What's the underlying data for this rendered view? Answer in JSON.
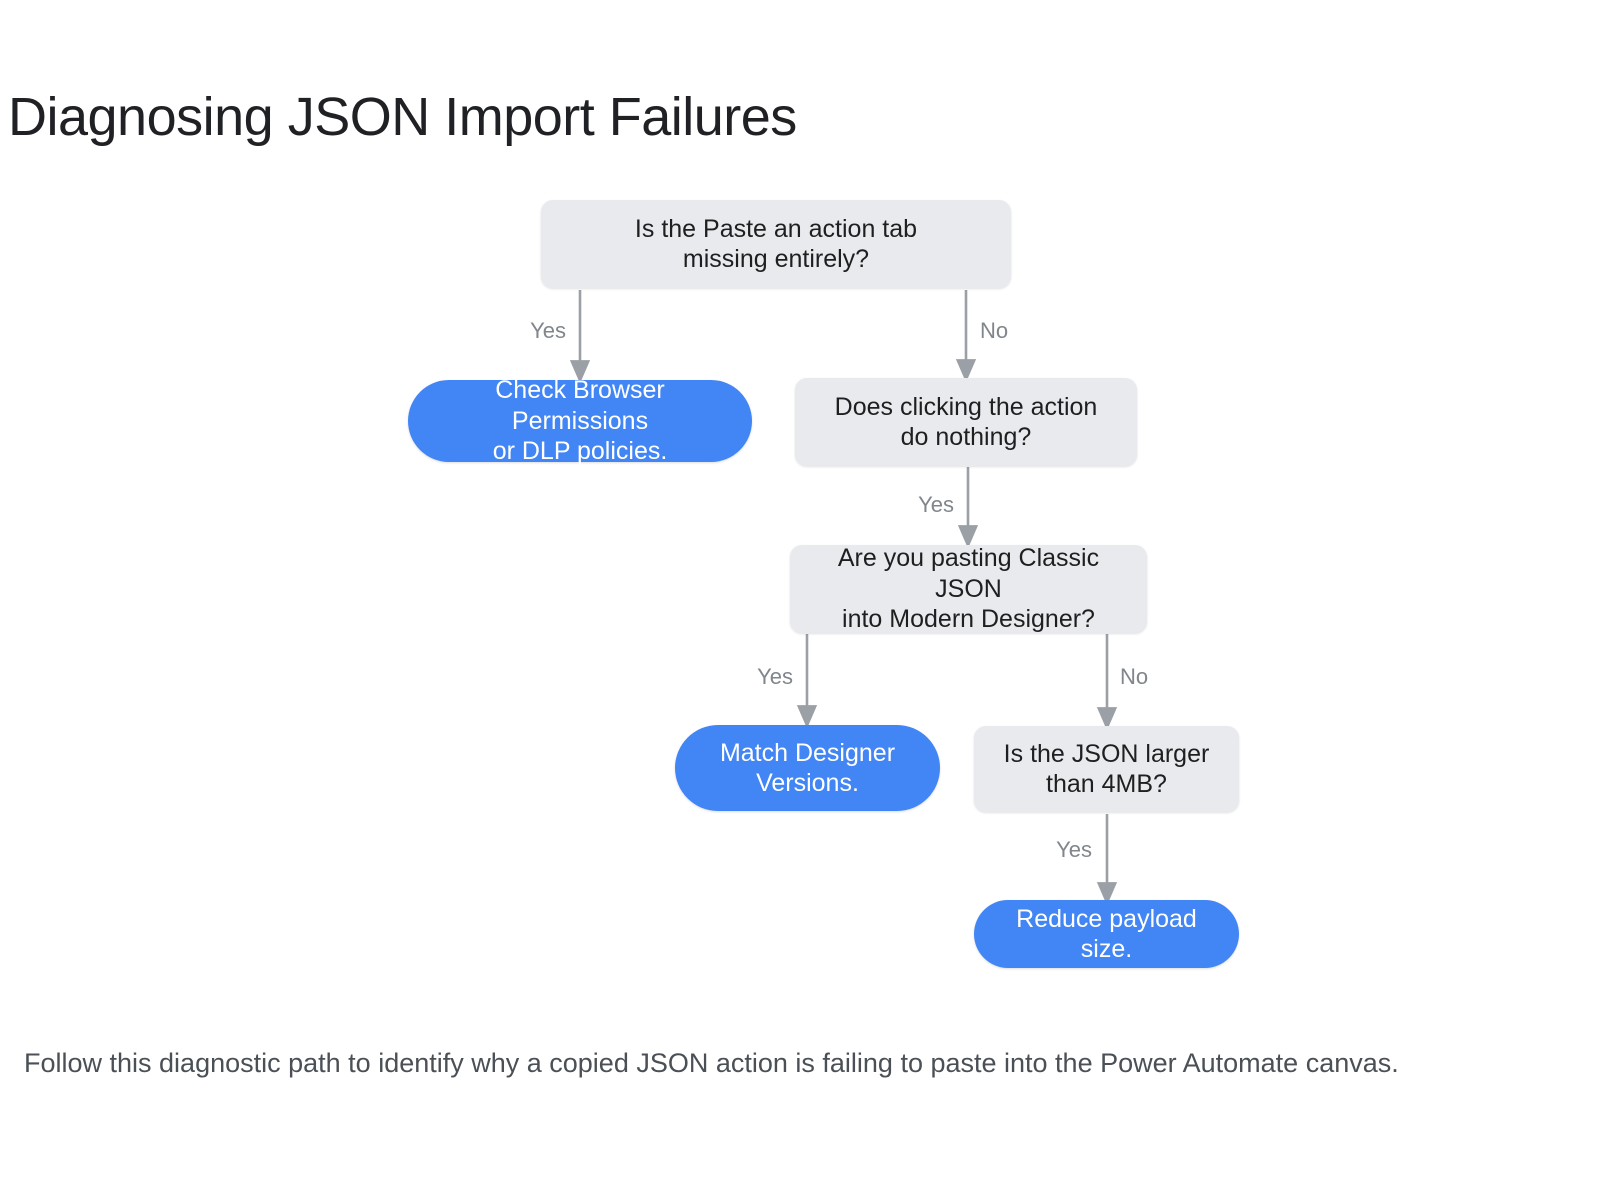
{
  "title": "Diagnosing JSON Import Failures",
  "caption": "Follow this diagnostic path to identify why a copied JSON action is failing to paste into the Power Automate canvas.",
  "colors": {
    "decision_fill": "#e8eaed",
    "decision_text": "#1f1f1f",
    "terminal_fill": "#4285f4",
    "terminal_text": "#ffffff",
    "edge_stroke": "#9aa0a6",
    "edge_label_text": "#80868b",
    "title_text": "#202124",
    "caption_text": "#4a5055",
    "background": "#ffffff"
  },
  "chart_data": {
    "type": "diagram",
    "diagram_kind": "flowchart",
    "title": "Diagnosing JSON Import Failures",
    "nodes": [
      {
        "id": "q1",
        "kind": "decision",
        "label": "Is the Paste an action tab\nmissing entirely?"
      },
      {
        "id": "a1",
        "kind": "terminal",
        "label": "Check Browser Permissions\nor DLP policies."
      },
      {
        "id": "q2",
        "kind": "decision",
        "label": "Does clicking the action\ndo nothing?"
      },
      {
        "id": "q3",
        "kind": "decision",
        "label": "Are you pasting Classic JSON\ninto Modern Designer?"
      },
      {
        "id": "a2",
        "kind": "terminal",
        "label": "Match Designer\nVersions."
      },
      {
        "id": "q4",
        "kind": "decision",
        "label": "Is the JSON larger\nthan 4MB?"
      },
      {
        "id": "a3",
        "kind": "terminal",
        "label": "Reduce payload\nsize."
      }
    ],
    "edges": [
      {
        "from": "q1",
        "to": "a1",
        "label": "Yes"
      },
      {
        "from": "q1",
        "to": "q2",
        "label": "No"
      },
      {
        "from": "q2",
        "to": "q3",
        "label": "Yes"
      },
      {
        "from": "q3",
        "to": "a2",
        "label": "Yes"
      },
      {
        "from": "q3",
        "to": "q4",
        "label": "No"
      },
      {
        "from": "q4",
        "to": "a3",
        "label": "Yes"
      }
    ]
  }
}
